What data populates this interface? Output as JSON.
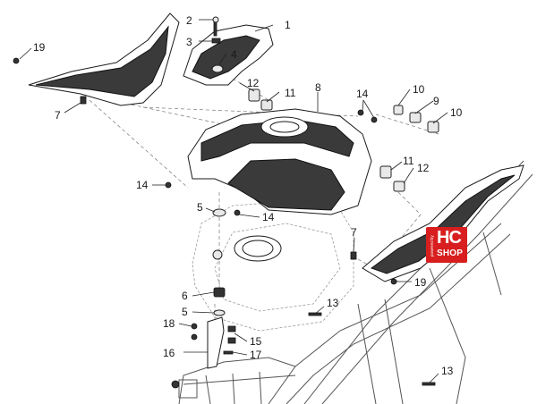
{
  "callouts": [
    {
      "id": "c1",
      "label": "1"
    },
    {
      "id": "c2",
      "label": "2"
    },
    {
      "id": "c3",
      "label": "3"
    },
    {
      "id": "c4",
      "label": "4"
    },
    {
      "id": "c19a",
      "label": "19"
    },
    {
      "id": "c7a",
      "label": "7"
    },
    {
      "id": "c12a",
      "label": "12"
    },
    {
      "id": "c11a",
      "label": "11"
    },
    {
      "id": "c8",
      "label": "8"
    },
    {
      "id": "c14a",
      "label": "14"
    },
    {
      "id": "c10a",
      "label": "10"
    },
    {
      "id": "c9",
      "label": "9"
    },
    {
      "id": "c10b",
      "label": "10"
    },
    {
      "id": "c14b",
      "label": "14"
    },
    {
      "id": "c11b",
      "label": "11"
    },
    {
      "id": "c12b",
      "label": "12"
    },
    {
      "id": "c5a",
      "label": "5"
    },
    {
      "id": "c14c",
      "label": "14"
    },
    {
      "id": "c7b",
      "label": "7"
    },
    {
      "id": "c19b",
      "label": "19"
    },
    {
      "id": "c6",
      "label": "6"
    },
    {
      "id": "c5b",
      "label": "5"
    },
    {
      "id": "c13a",
      "label": "13"
    },
    {
      "id": "c18",
      "label": "18"
    },
    {
      "id": "c15",
      "label": "15"
    },
    {
      "id": "c16",
      "label": "16"
    },
    {
      "id": "c17",
      "label": "17"
    },
    {
      "id": "c13b",
      "label": "13"
    }
  ],
  "logo": {
    "main": "HC",
    "sub": "SHOP",
    "side": "powered by"
  },
  "colors": {
    "logo_bg": "#d81e1e",
    "line": "#1a1a1a",
    "background": "#ffffff"
  }
}
